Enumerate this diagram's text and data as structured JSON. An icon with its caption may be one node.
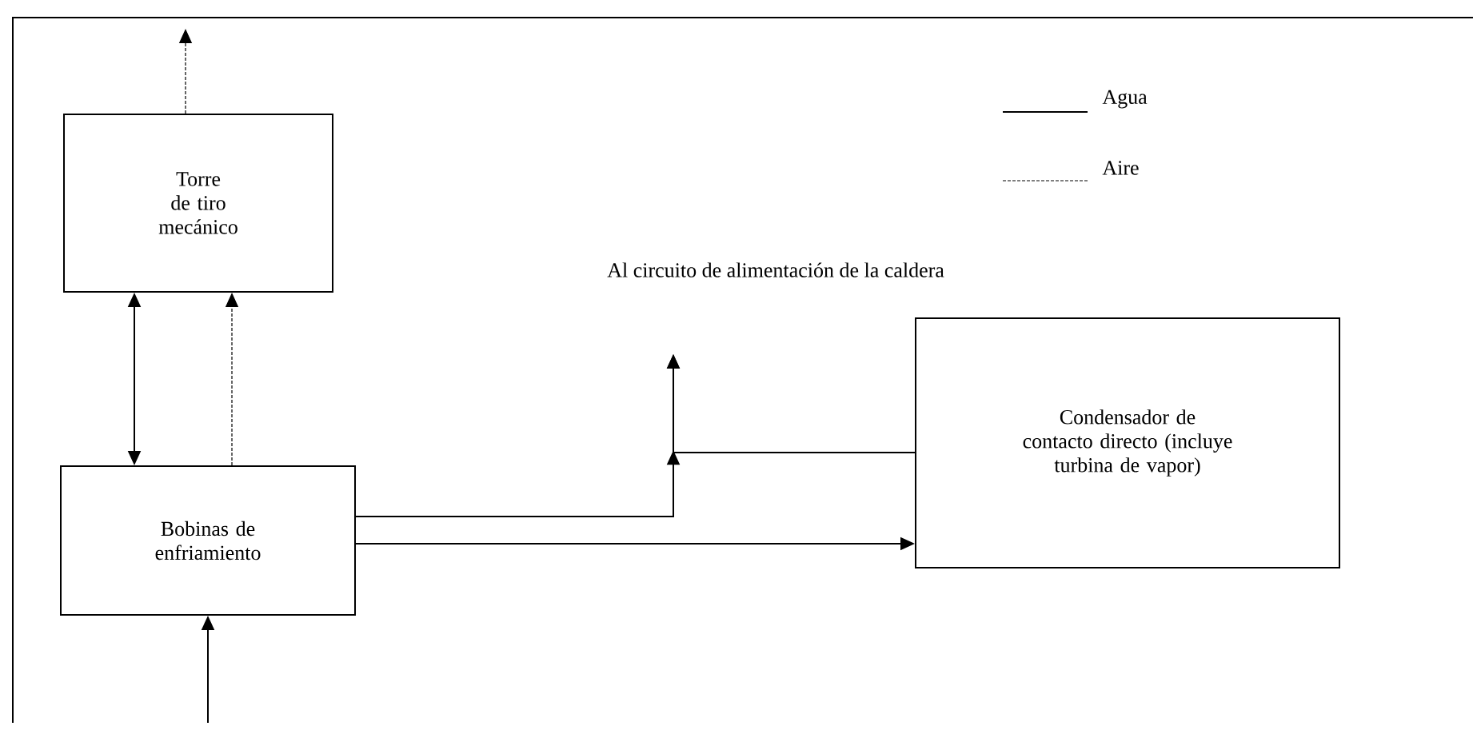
{
  "diagram": {
    "nodes": [
      {
        "text": [
          "Torre de tiro mecánico"
        ]
      },
      {
        "text": [
          "Bobinas de enfriamiento"
        ]
      },
      {
        "text": [
          "Al circuito de alimentación de la caldera"
        ]
      },
      {
        "text": [
          "Condensador de contacto directo (incluye turbina de vapor)"
        ]
      }
    ],
    "edges": [
      {
        "from": 0,
        "to": null,
        "arrow": "to",
        "style": "dashed"
      },
      {
        "from": 0,
        "to": 1,
        "arrow": "both"
      },
      {
        "from": 1,
        "to": 0,
        "arrow": "to",
        "style": "dashed"
      },
      {
        "from": 1,
        "to": 2,
        "arrow": "to"
      },
      {
        "from": 3,
        "to": 2,
        "arrow": "to"
      },
      {
        "from": 1,
        "to": 3,
        "arrow": "to"
      },
      {
        "from": null,
        "to": 1,
        "arrow": "to"
      }
    ],
    "legend": [
      {
        "text": "Agua"
      },
      {
        "text": "Aire"
      }
    ]
  }
}
